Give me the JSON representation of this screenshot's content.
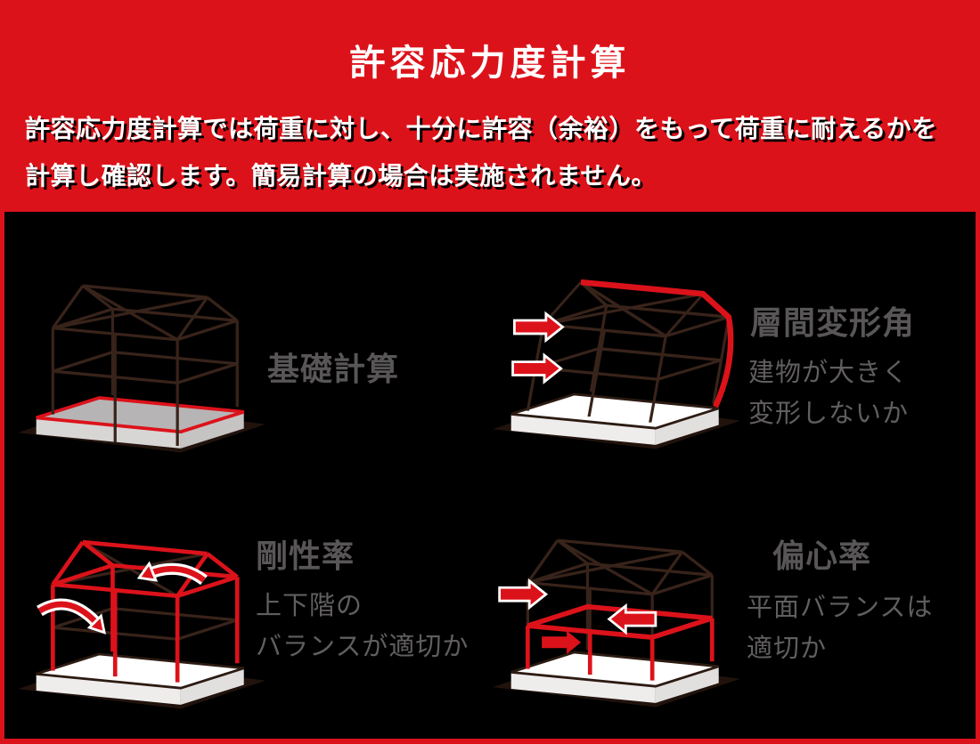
{
  "header": {
    "title": "許容応力度計算",
    "description_lines": [
      "許容応力度計算では荷重に対し、十分に許容（余裕）をもって荷重に耐えるかを",
      "計算し確認します。簡易計算の場合は実施されません。"
    ]
  },
  "sections": [
    {
      "id": "foundation",
      "label": "基礎計算",
      "sub_lines": []
    },
    {
      "id": "story-drift",
      "label": "層間変形角",
      "sub_lines": [
        "建物が大きく",
        "変形しないか"
      ]
    },
    {
      "id": "rigidity",
      "label": "剛性率",
      "sub_lines": [
        "上下階の",
        "バランスが適切か"
      ]
    },
    {
      "id": "eccentricity",
      "label": "偏心率",
      "sub_lines": [
        "平面バランスは",
        "適切か"
      ]
    }
  ],
  "icons": {
    "foundation": "house-wireframe-with-red-outlined-foundation-slab",
    "story_drift": "tilted-house-wireframe-with-red-deformation-line-and-push-arrows",
    "rigidity": "house-wireframe-with-red-roof-columns-and-curved-shear-arrows",
    "eccentricity": "house-wireframe-with-red-first-floor-band-and-opposing-arrows"
  },
  "colors": {
    "accent_red": "#dc121a",
    "panel_black": "#000000",
    "label_gray": "#595657",
    "sub_gray": "#615e5f",
    "frame_brown": "#38231a",
    "shadow_brown": "#21130c",
    "slab_gray": "#b7b4b5",
    "white": "#ffffff"
  }
}
